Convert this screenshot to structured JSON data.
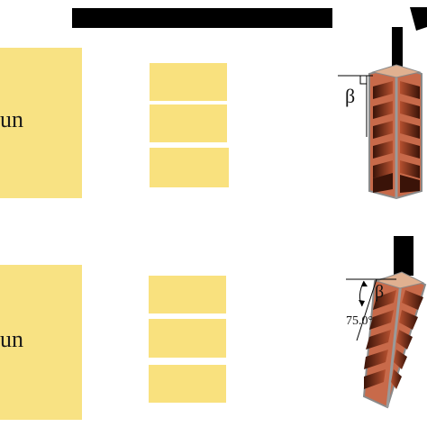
{
  "rows": [
    {
      "sun_label": "un",
      "angle_symbol": "β",
      "angle_value": ""
    },
    {
      "sun_label": "un",
      "angle_symbol": "β",
      "angle_value": "75.0°"
    }
  ],
  "colors": {
    "panel": "#f8e283",
    "cell_dark": "#3a1308",
    "cell_light": "#c85a3a",
    "frame": "#8a8a8a"
  }
}
